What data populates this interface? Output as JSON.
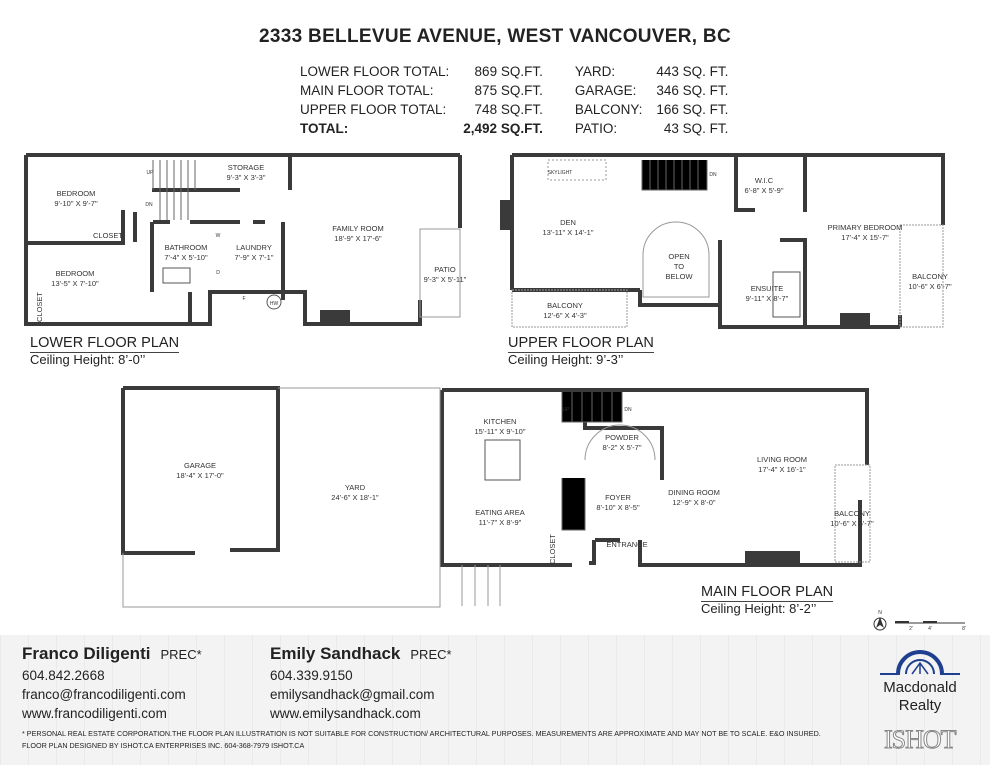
{
  "header": {
    "title": "2333 BELLEVUE AVENUE, WEST VANCOUVER, BC"
  },
  "totals": [
    {
      "label": "LOWER FLOOR TOTAL:",
      "value": "869 SQ.FT.",
      "label2": "YARD:",
      "value2": "443 SQ. FT."
    },
    {
      "label": "MAIN FLOOR TOTAL:",
      "value": "875 SQ.FT.",
      "label2": "GARAGE:",
      "value2": "346 SQ. FT."
    },
    {
      "label": "UPPER FLOOR TOTAL:",
      "value": "748 SQ.FT.",
      "label2": "BALCONY:",
      "value2": "166 SQ. FT."
    },
    {
      "label": "TOTAL:",
      "value": "2,492 SQ.FT.",
      "label2": "PATIO:",
      "value2": "43 SQ. FT."
    }
  ],
  "lower": {
    "title": "LOWER FLOOR PLAN",
    "ceiling": "Ceiling Height: 8’-0’’",
    "rooms": [
      {
        "name": "BEDROOM",
        "dim": "9'-10\" X 9'-7\""
      },
      {
        "name": "CLOSET"
      },
      {
        "name": "BEDROOM",
        "dim": "13'-5\" X 7'-10\""
      },
      {
        "name": "CLOSET"
      },
      {
        "name": "STORAGE",
        "dim": "9'-3\" X 3'-3\""
      },
      {
        "name": "BATHROOM",
        "dim": "7'-4\" X 5'-10\""
      },
      {
        "name": "LAUNDRY",
        "dim": "7'-9\" X 7'-1\""
      },
      {
        "name": "FAMILY ROOM",
        "dim": "18'-9\" X 17'-6\""
      },
      {
        "name": "PATIO",
        "dim": "9'-3\" X 5'-11\""
      }
    ],
    "marks": {
      "up": "UP",
      "dn": "DN",
      "w": "W",
      "d": "D",
      "f": "F",
      "hw": "HW"
    }
  },
  "upper": {
    "title": "UPPER FLOOR PLAN",
    "ceiling": "Ceiling Height: 9’-3’’",
    "rooms": [
      {
        "name": "DEN",
        "dim": "13'-11\" X 14'-1\""
      },
      {
        "name": "OPEN",
        "dim": "TO",
        "dim2": "BELOW"
      },
      {
        "name": "BALCONY",
        "dim": "12'-6\" X 4'-3\""
      },
      {
        "name": "W.I.C",
        "dim": "6'-8\" X 5'-9\""
      },
      {
        "name": "PRIMARY BEDROOM",
        "dim": "17'-4\" X 15'-7\""
      },
      {
        "name": "ENSUITE",
        "dim": "9'-11\" X 8'-7\""
      },
      {
        "name": "BALCONY",
        "dim": "10'-6\" X 6'-7\""
      }
    ],
    "marks": {
      "skylight": "SKYLIGHT",
      "dn": "DN"
    }
  },
  "main": {
    "title": "MAIN FLOOR PLAN",
    "ceiling": "Ceiling Height: 8’-2’’",
    "rooms": [
      {
        "name": "GARAGE",
        "dim": "18'-4\" X 17'-0\""
      },
      {
        "name": "YARD",
        "dim": "24'-6\" X 18'-1\""
      },
      {
        "name": "KITCHEN",
        "dim": "15'-11\" X 9'-10\""
      },
      {
        "name": "EATING AREA",
        "dim": "11'-7\" X 8'-9\""
      },
      {
        "name": "POWDER",
        "dim": "8'-2\" X 5'-7\""
      },
      {
        "name": "FOYER",
        "dim": "8'-10\" X 8'-5\""
      },
      {
        "name": "DINING ROOM",
        "dim": "12'-9\" X 8'-0\""
      },
      {
        "name": "LIVING ROOM",
        "dim": "17'-4\" X 16'-1\""
      },
      {
        "name": "BALCONY",
        "dim": "10'-6\" X 6'-7\""
      },
      {
        "name": "ENTRANCE"
      },
      {
        "name": "CLOSET"
      }
    ],
    "marks": {
      "up": "UP",
      "dn": "DN"
    }
  },
  "scale": {
    "north": "N",
    "ticks": [
      "2'",
      "4'",
      "8'"
    ]
  },
  "agents": [
    {
      "name": "Franco Diligenti",
      "designation": "PREC*",
      "phone": "604.842.2668",
      "email": "franco@francodiligenti.com",
      "web": "www.francodiligenti.com"
    },
    {
      "name": "Emily Sandhack",
      "designation": "PREC*",
      "phone": "604.339.9150",
      "email": "emilysandhack@gmail.com",
      "web": "www.emilysandhack.com"
    }
  ],
  "disclaimer": [
    "* PERSONAL REAL ESTATE CORPORATION.THE FLOOR PLAN ILLUSTRATION IS NOT SUITABLE FOR CONSTRUCTION/ ARCHITECTURAL PURPOSES. MEASUREMENTS ARE APPROXIMATE AND MAY NOT BE TO SCALE. E&O INSURED.",
    "FLOOR PLAN DESIGNED BY ISHOT.CA ENTERPRISES INC. 604-368-7979  ISHOT.CA"
  ],
  "logos": {
    "brokerage": "Macdonald Realty",
    "brokerage_line1": "Macdonald",
    "brokerage_line2": "Realty",
    "designer": "ISHOT"
  },
  "colors": {
    "wall": "#3a3a3a",
    "brand_blue": "#1f3f8f",
    "footer_bg": "#f3f3f3"
  }
}
